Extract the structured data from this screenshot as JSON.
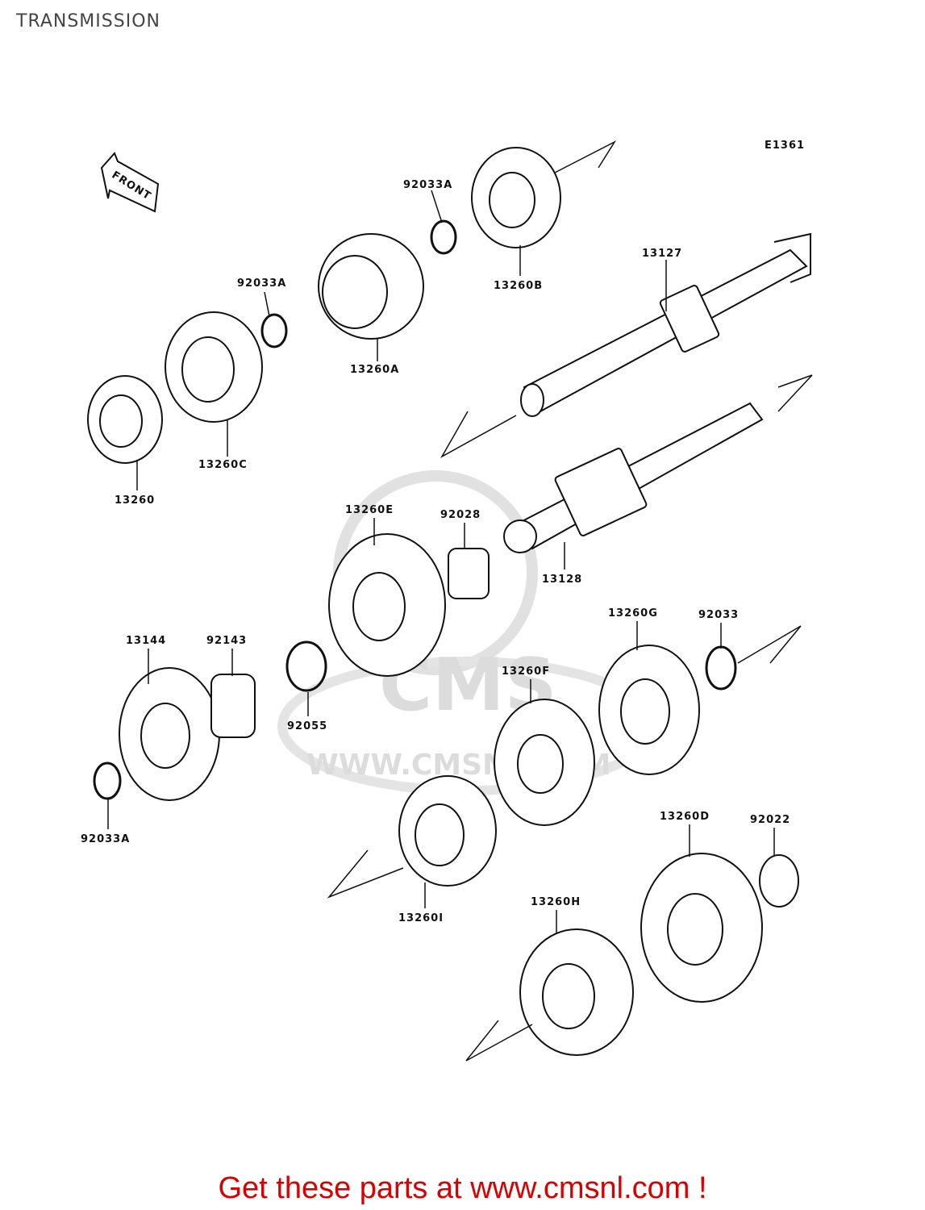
{
  "page": {
    "title": "TRANSMISSION"
  },
  "diagram": {
    "ref_code": "E1361",
    "front_marker": "FRONT",
    "watermark": {
      "brand": "CMS",
      "url": "WWW.CMSNL.COM"
    },
    "parts": [
      {
        "number": "92033A"
      },
      {
        "number": "13260B"
      },
      {
        "number": "13127"
      },
      {
        "number": "92033A"
      },
      {
        "number": "13260A"
      },
      {
        "number": "13260C"
      },
      {
        "number": "13260"
      },
      {
        "number": "13260E"
      },
      {
        "number": "92028"
      },
      {
        "number": "13128"
      },
      {
        "number": "13144"
      },
      {
        "number": "92143"
      },
      {
        "number": "92055"
      },
      {
        "number": "13260G"
      },
      {
        "number": "92033"
      },
      {
        "number": "13260F"
      },
      {
        "number": "92033A"
      },
      {
        "number": "13260D"
      },
      {
        "number": "92022"
      },
      {
        "number": "13260I"
      },
      {
        "number": "13260H"
      }
    ]
  },
  "footer": {
    "text": "Get these parts at www.cmsnl.com !"
  },
  "colors": {
    "footer": "#d80000",
    "line": "#111111",
    "watermark": "#d9d9d9"
  }
}
